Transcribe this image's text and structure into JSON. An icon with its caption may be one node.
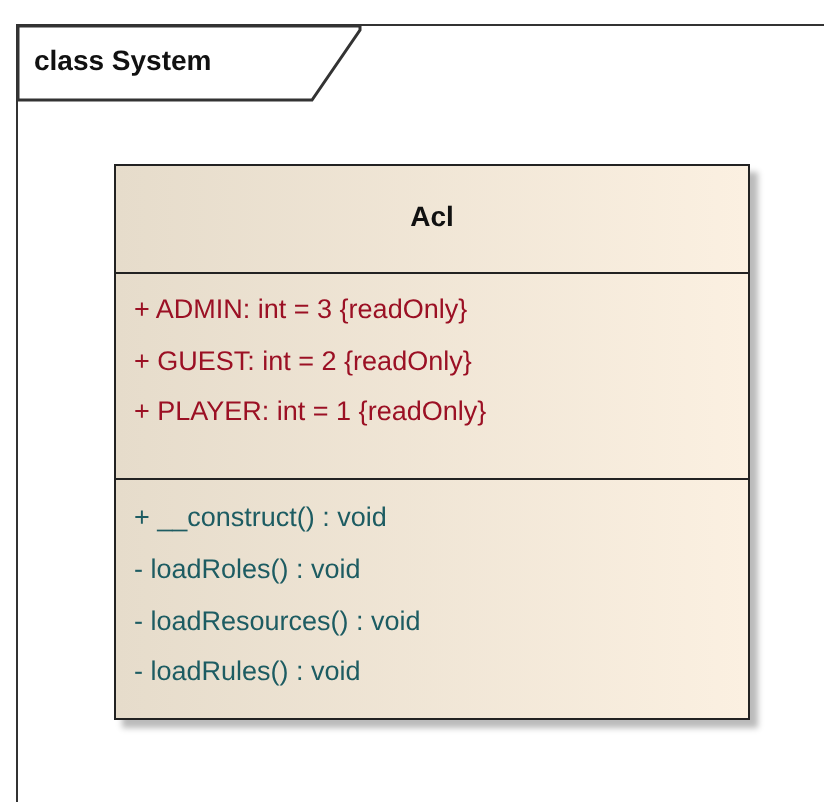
{
  "diagram": {
    "nodes": [
      {
        "text": [
          "class System"
        ]
      },
      {
        "text": [
          "Acl",
          "+ ADMIN: int = 3 {readOnly}",
          "+ GUEST: int = 2 {readOnly}",
          "+ PLAYER: int = 1 {readOnly}",
          "+ __construct() : void",
          "- loadRoles() : void",
          "- loadResources() : void",
          "- loadRules() : void"
        ],
        "in": 0
      }
    ]
  }
}
